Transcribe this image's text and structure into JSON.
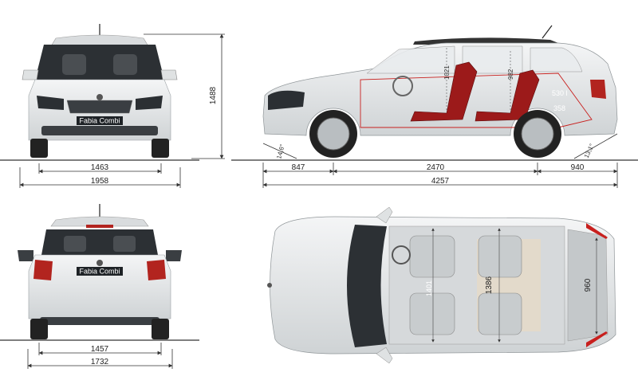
{
  "plate_text": "Fabia Combi",
  "front_view": {
    "track": "1463",
    "width": "1958",
    "height": "1488"
  },
  "side_view": {
    "front_overhang": "847",
    "wheelbase": "2470",
    "rear_overhang": "940",
    "length": "4257",
    "approach_angle": "14,6°",
    "departure_angle": "13,1°",
    "headroom_front": "1021",
    "headroom_rear": "982",
    "boot_volume": "530 l",
    "boot_height": "358"
  },
  "rear_view": {
    "track": "1457",
    "width": "1732"
  },
  "top_view": {
    "front_width": "1401",
    "rear_width": "1386",
    "boot_width": "960"
  },
  "colors": {
    "body": "#e6e9ea",
    "glass": "#2e3236",
    "red_outline": "#c8201e",
    "seat_red": "#9c1a1a"
  }
}
